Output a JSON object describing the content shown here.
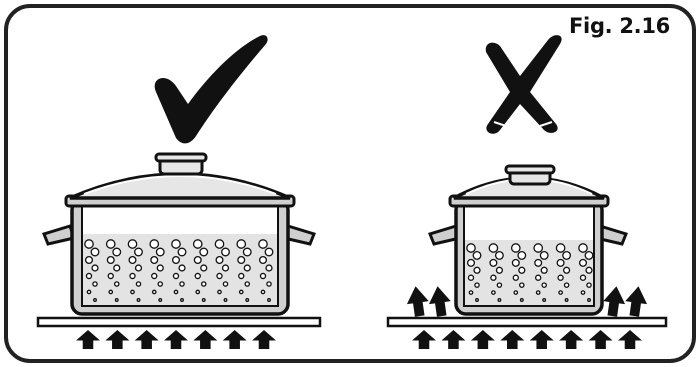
{
  "figure": {
    "label": "Fig. 2.16"
  },
  "panels": [
    {
      "id": "correct",
      "verdict": "check-mark-icon",
      "flame_arrows": 7,
      "pot_size": "large"
    },
    {
      "id": "incorrect",
      "verdict": "cross-mark-icon",
      "flame_arrows": 8,
      "pot_size": "small"
    }
  ],
  "colors": {
    "outline": "#1a1a1a",
    "pot_body": "#cfcfcf",
    "water": "#e3e3e3",
    "border": "#222222"
  }
}
